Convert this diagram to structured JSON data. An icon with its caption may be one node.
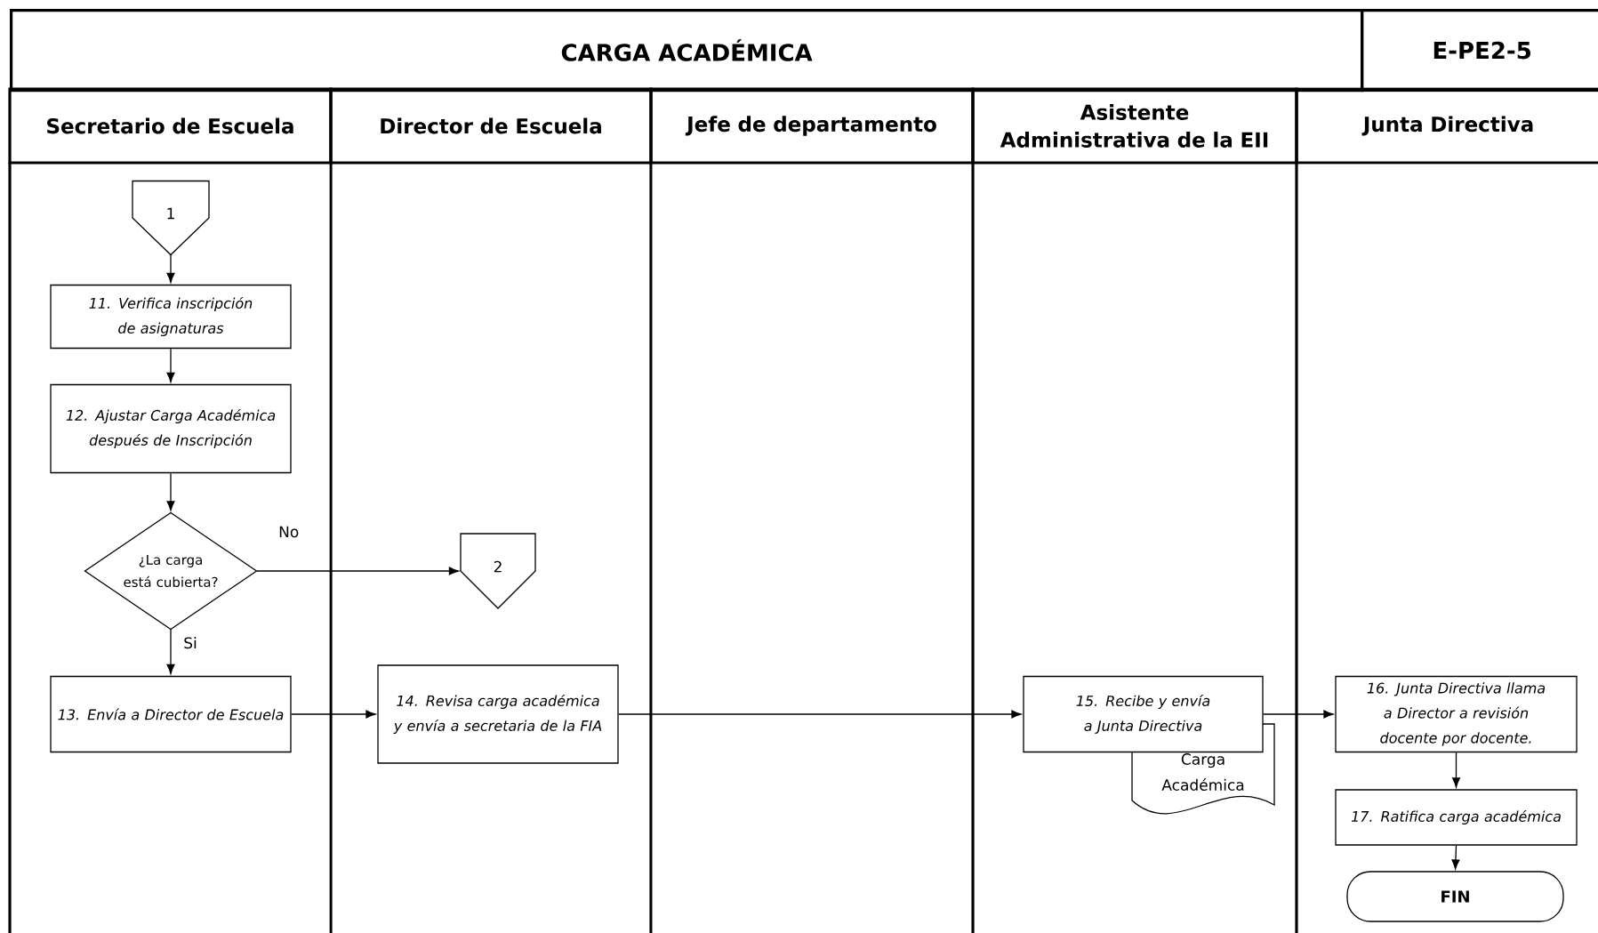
{
  "diagram": {
    "title": "CARGA ACADÉMICA",
    "nodes": [
      {
        "text": [
          "Secretario de Escuela"
        ]
      },
      {
        "text": [
          "Director de Escuela"
        ]
      },
      {
        "text": [
          "Jefe de departamento"
        ]
      },
      {
        "text": [
          "Asistente  Administrativa de la EII"
        ]
      },
      {
        "text": [
          "Junta Directiva"
        ]
      },
      {
        "text": [
          "1"
        ]
      },
      {
        "text": [
          "11. Verifica inscripción de asignaturas"
        ]
      },
      {
        "text": [
          "12.  Ajustar Carga Académica después de Inscripción"
        ]
      },
      {
        "text": [
          "¿La carga está cubierta?"
        ]
      },
      {
        "text": [
          "2"
        ]
      },
      {
        "text": [
          "13. Envía a Director de Escuela"
        ]
      },
      {
        "text": [
          "14. Revisa carga académica y envía a secretaria de la FIA"
        ]
      },
      {
        "text": [
          "15. Recibe y envía a Junta Directiva"
        ]
      },
      {
        "text": [
          "Carga Académica"
        ]
      },
      {
        "text": [
          "16. Junta Directiva llama a Director a revisión docente por docente."
        ]
      },
      {
        "text": [
          "17. Ratifica carga académica"
        ]
      },
      {
        "text": [
          "FIN"
        ]
      }
    ],
    "edges": [
      {
        "from": 5,
        "to": 6,
        "arrow": "to"
      },
      {
        "from": 6,
        "to": 7,
        "arrow": "to"
      },
      {
        "from": 7,
        "to": 8,
        "arrow": "to"
      },
      {
        "from": 8,
        "to": 9,
        "arrow": "to",
        "label": "No"
      },
      {
        "from": 8,
        "to": 10,
        "arrow": "to",
        "label": "Si"
      },
      {
        "from": 10,
        "to": 11,
        "arrow": "to"
      },
      {
        "from": 11,
        "to": 12,
        "arrow": "to"
      },
      {
        "from": 12,
        "to": 14,
        "arrow": "to"
      },
      {
        "from": 14,
        "to": 15,
        "arrow": "to"
      },
      {
        "from": 15,
        "to": 16,
        "arrow": "to"
      }
    ],
    "labels": [
      "E-PE2-5"
    ]
  }
}
